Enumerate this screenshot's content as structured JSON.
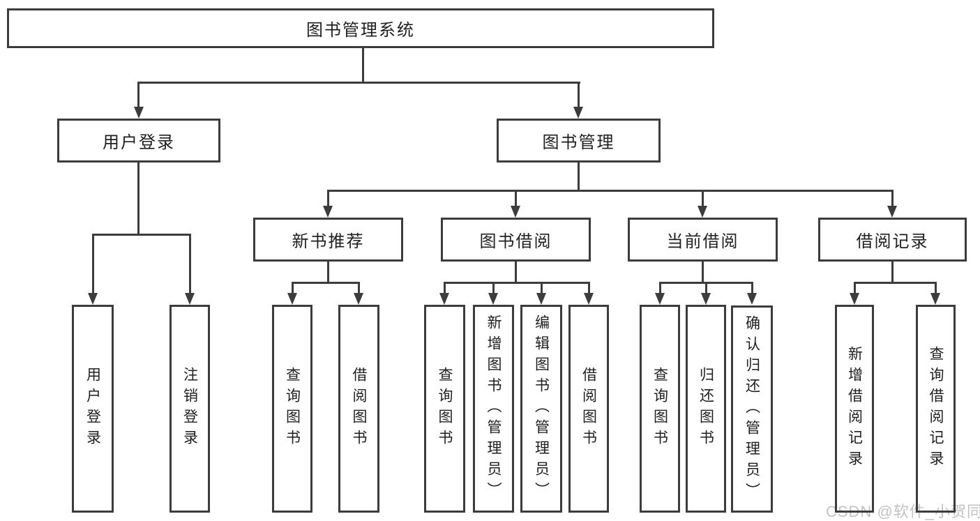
{
  "nodes": {
    "root": "图书管理系统",
    "user_login": "用户登录",
    "book_management": "图书管理",
    "new_book_recommend": "新书推荐",
    "book_borrowing": "图书借阅",
    "current_borrowing": "当前借阅",
    "borrowing_records": "借阅记录",
    "leaf_user_login": "用户登录",
    "leaf_logout_login": "注销登录",
    "leaf_query_books_recommend": "查询图书",
    "leaf_borrow_books_recommend": "借阅图书",
    "leaf_query_books_borrowing": "查询图书",
    "leaf_add_books_admin": "新增图书（管理员）",
    "leaf_edit_books_admin": "编辑图书（管理员）",
    "leaf_borrow_books_borrowing": "借阅图书",
    "leaf_query_books_current": "查询图书",
    "leaf_return_books": "归还图书",
    "leaf_confirm_return_admin": "确认归还（管理员）",
    "leaf_add_borrow_record": "新增借阅记录",
    "leaf_query_borrow_record": "查询借阅记录"
  },
  "watermark": "CSDN @软件_小贺同学",
  "colors": {
    "line": "#3c3c3c",
    "text": "#1f1f1f",
    "watermark": "#c2c2c2",
    "background": "#ffffff"
  }
}
